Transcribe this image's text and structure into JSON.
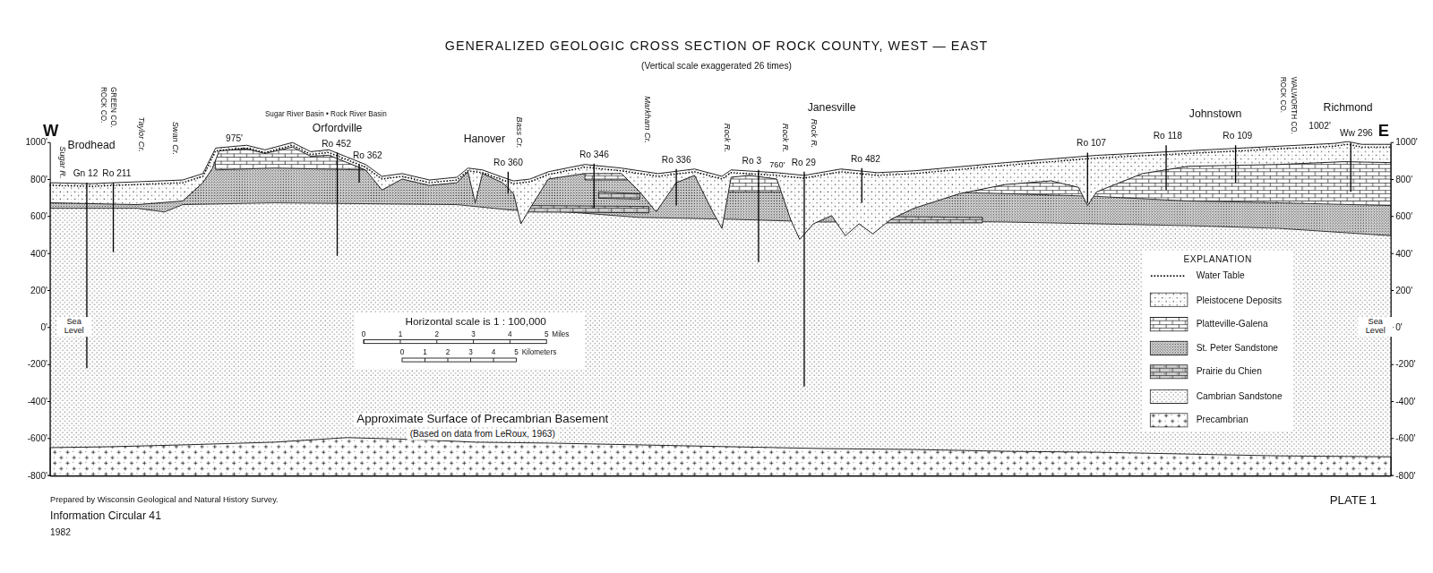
{
  "diagram": {
    "title": "GENERALIZED GEOLOGIC CROSS SECTION OF ROCK COUNTY, WEST — EAST",
    "nodes": [
      {
        "text": [
          "Horizontal scale is 1 : 100,000"
        ]
      },
      {
        "text": [
          "EXPLANATION"
        ]
      }
    ],
    "labels": [
      "(Vertical scale exaggerated 26 times)",
      "W",
      "E",
      "Sugar R.",
      "Brodhead",
      "ROCK CO.",
      "GREEN CO.",
      "Taylor Cr.",
      "Swan Cr.",
      "975'",
      "Sugar River Basin • Rock River Basin",
      "Orfordville",
      "Gn 12",
      "Ro 211",
      "Ro 452",
      "Ro 362",
      "Hanover",
      "Bass Cr.",
      "Ro 360",
      "Markham Cr.",
      "Ro 346",
      "Ro 336",
      "Rock R.",
      "Ro 3",
      "Rock R.",
      "760'",
      "Janesville",
      "Rock R.",
      "Ro 29",
      "Ro 482",
      "Ro 107",
      "Johnstown",
      "Ro 118",
      "Ro 109",
      "WALWORTH CO.",
      "ROCK CO.",
      "Richmond",
      "1002'",
      "Ww 296",
      "1000'",
      "800'",
      "600'",
      "400'",
      "200'",
      "0'",
      "-200'",
      "-400'",
      "-600'",
      "-800'",
      "1000'",
      "800'",
      "600'",
      "400'",
      "200'",
      "0'",
      "-200'",
      "-400'",
      "-600'",
      "-800'",
      "Sea Level",
      "Sea Level",
      "Approximate Surface of Precambrian Basement",
      "(Based on data from LeRoux, 1963)",
      "0",
      "1",
      "2",
      "3",
      "4",
      "5",
      "Miles",
      "0",
      "1",
      "2",
      "3",
      "4",
      "5",
      "Kilometers",
      "Prepared by Wisconsin Geological and Natural History Survey.",
      "Information Circular 41",
      "1982",
      "PLATE 1"
    ],
    "legend": [
      {
        "text": "Water Table"
      },
      {
        "text": "Pleistocene Deposits"
      },
      {
        "text": "Platteville-Galena"
      },
      {
        "text": "St. Peter Sandstone"
      },
      {
        "text": "Prairie du Chien"
      },
      {
        "text": "Cambrian Sandstone"
      },
      {
        "text": "Precambrian"
      }
    ]
  }
}
